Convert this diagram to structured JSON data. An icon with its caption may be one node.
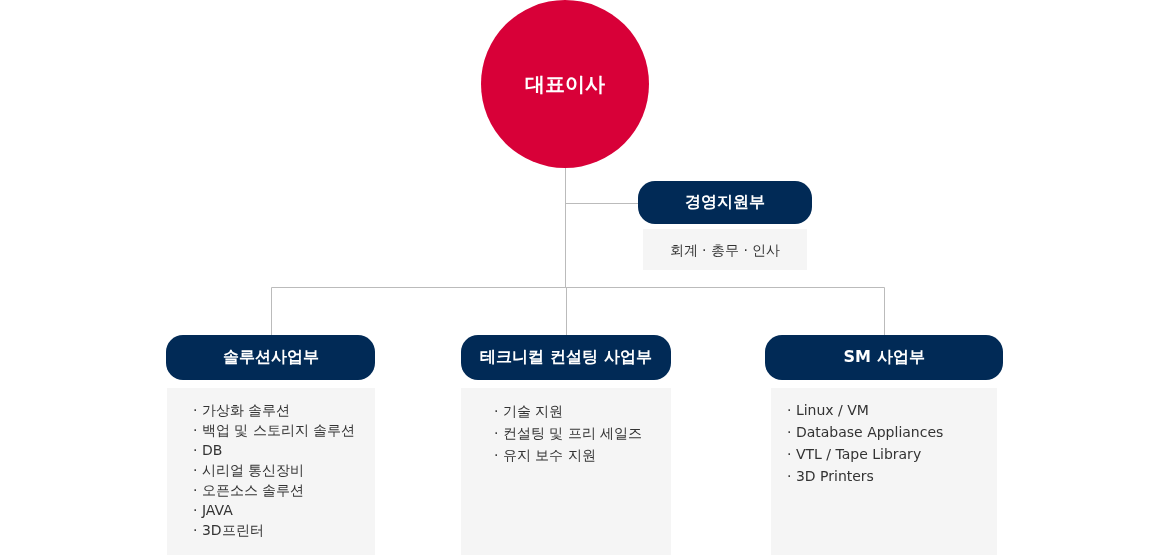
{
  "diagram": {
    "nodes": [
      {
        "text": [
          "대표이사"
        ]
      },
      {
        "text": [
          "경영지원부"
        ]
      },
      {
        "text": [
          "회계 · 총무 · 인사"
        ]
      },
      {
        "text": [
          "솔루션사업부"
        ]
      },
      {
        "text": [
          "· 가상화 솔루션",
          "· 백업 및 스토리지 솔루션",
          "· DB",
          "· 시리얼 통신장비",
          "· 오픈소스 솔루션",
          "· JAVA",
          "· 3D프린터"
        ]
      },
      {
        "text": [
          "테크니컬 컨설팅 사업부"
        ]
      },
      {
        "text": [
          "· 기술 지원",
          "· 컨설팅 및 프리 세일즈",
          "· 유지 보수 지원"
        ]
      },
      {
        "text": [
          "SM 사업부"
        ]
      },
      {
        "text": [
          "· Linux / VM",
          "· Database Appliances",
          "· VTL / Tape Library",
          "· 3D Printers"
        ]
      }
    ],
    "edges": [
      {
        "from": 0,
        "to": 1,
        "arrow": "none"
      },
      {
        "from": 0,
        "to": 3,
        "arrow": "none"
      },
      {
        "from": 0,
        "to": 5,
        "arrow": "none"
      },
      {
        "from": 0,
        "to": 7,
        "arrow": "none"
      }
    ]
  }
}
